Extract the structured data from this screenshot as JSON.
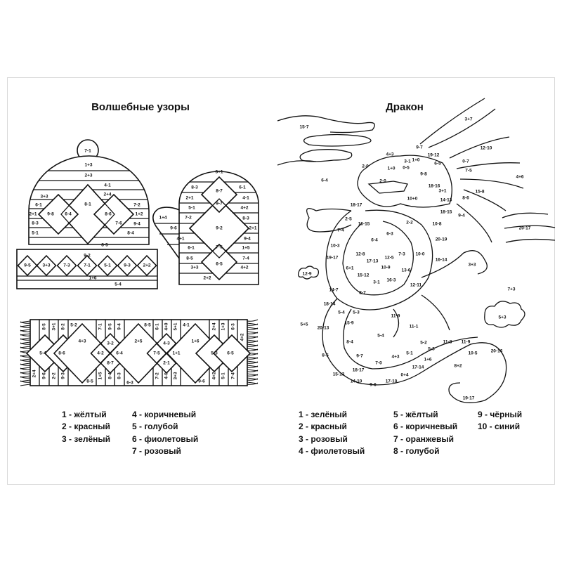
{
  "left": {
    "title": "Волшебные узоры",
    "hat": [
      "7-1",
      "1+3",
      "2+3",
      "4-1",
      "3+3",
      "2+4",
      "6-1",
      "8-1",
      "7-2",
      "2+1",
      "9-8",
      "6-4",
      "8-6",
      "1+2",
      "8-3",
      "7-6",
      "9-4",
      "5-1",
      "8-4",
      "8-5",
      "9-2",
      "9-5",
      "3+3",
      "7-3",
      "7-1",
      "5-1",
      "9-3",
      "2+2",
      "1+6",
      "5-4"
    ],
    "mitten": [
      "3+1",
      "8-3",
      "8-7",
      "6-1",
      "2+1",
      "4-1",
      "5-1",
      "9-7",
      "4+2",
      "1+4",
      "7-2",
      "8-3",
      "9-6",
      "9-2",
      "2+1",
      "4+1",
      "9-4",
      "6-1",
      "7-5",
      "1+5",
      "8-5",
      "6-5",
      "7-4",
      "3+3",
      "4+2",
      "2+2"
    ],
    "scarf": [
      "5-4",
      "8-6",
      "4+3",
      "3-2",
      "4-2",
      "6-4",
      "8-7",
      "2+5",
      "4-3",
      "7-5",
      "1+1",
      "2-1",
      "1+6",
      "5-3",
      "6-5",
      "8-5",
      "3+1",
      "8-2",
      "5-2",
      "7-1",
      "9-5",
      "9-4",
      "8-5",
      "6-1",
      "4+0",
      "5+1",
      "4-1",
      "2+4",
      "1+3",
      "6-3",
      "4+2",
      "2+4",
      "9-6",
      "2-2",
      "9-3",
      "8-5",
      "1+5",
      "8-4",
      "8-3",
      "6-3",
      "7-2",
      "4-0",
      "3+3",
      "9-6",
      "4+2",
      "5-1",
      "7-4"
    ],
    "legend": [
      "1 - жёлтый",
      "2 - красный",
      "3 - зелёный",
      "4 - коричневый",
      "5 - голубой",
      "6 - фиолетовый",
      "7 - розовый"
    ]
  },
  "right": {
    "title": "Дракон",
    "dragon": [
      "15-7",
      "3+7",
      "9-7",
      "12-10",
      "4+3",
      "19-12",
      "0-7",
      "2-0",
      "1+0",
      "0-5",
      "1+0",
      "3-1",
      "6-5",
      "7-5",
      "6-4",
      "4+6",
      "9-8",
      "2-0",
      "18-16",
      "3+1",
      "15-8",
      "10+0",
      "8-6",
      "18-17",
      "14-13",
      "2-5",
      "16-15",
      "18-15",
      "2-2",
      "10-8",
      "9-4",
      "7-4",
      "20-17",
      "6-3",
      "6-4",
      "20-19",
      "10-3",
      "12-8",
      "19-17",
      "12-5",
      "7-3",
      "10-0",
      "17-13",
      "16-14",
      "3+3",
      "10-9",
      "6+1",
      "12-9",
      "13-6",
      "15-12",
      "3-1",
      "16-3",
      "12-11",
      "14-7",
      "8-7",
      "7+3",
      "18-14",
      "5-4",
      "5-3",
      "11-9",
      "5+3",
      "5+5",
      "20-13",
      "15-9",
      "11-1",
      "5-4",
      "8-4",
      "5-2",
      "11-8",
      "11-9",
      "5-1",
      "5-3",
      "10-5",
      "20-16",
      "8-5",
      "9-7",
      "4+3",
      "7-0",
      "1+6",
      "8+2",
      "18-17",
      "17-14",
      "15-13",
      "14-10",
      "0+4",
      "9-6",
      "17-10",
      "19-17"
    ],
    "legend": [
      "1 - зелёный",
      "2 - красный",
      "3 - розовый",
      "4 - фиолетовый",
      "5 - жёлтый",
      "6 - коричневый",
      "7 - оранжевый",
      "8 - голубой",
      "9 - чёрный",
      "10 - синий"
    ]
  }
}
